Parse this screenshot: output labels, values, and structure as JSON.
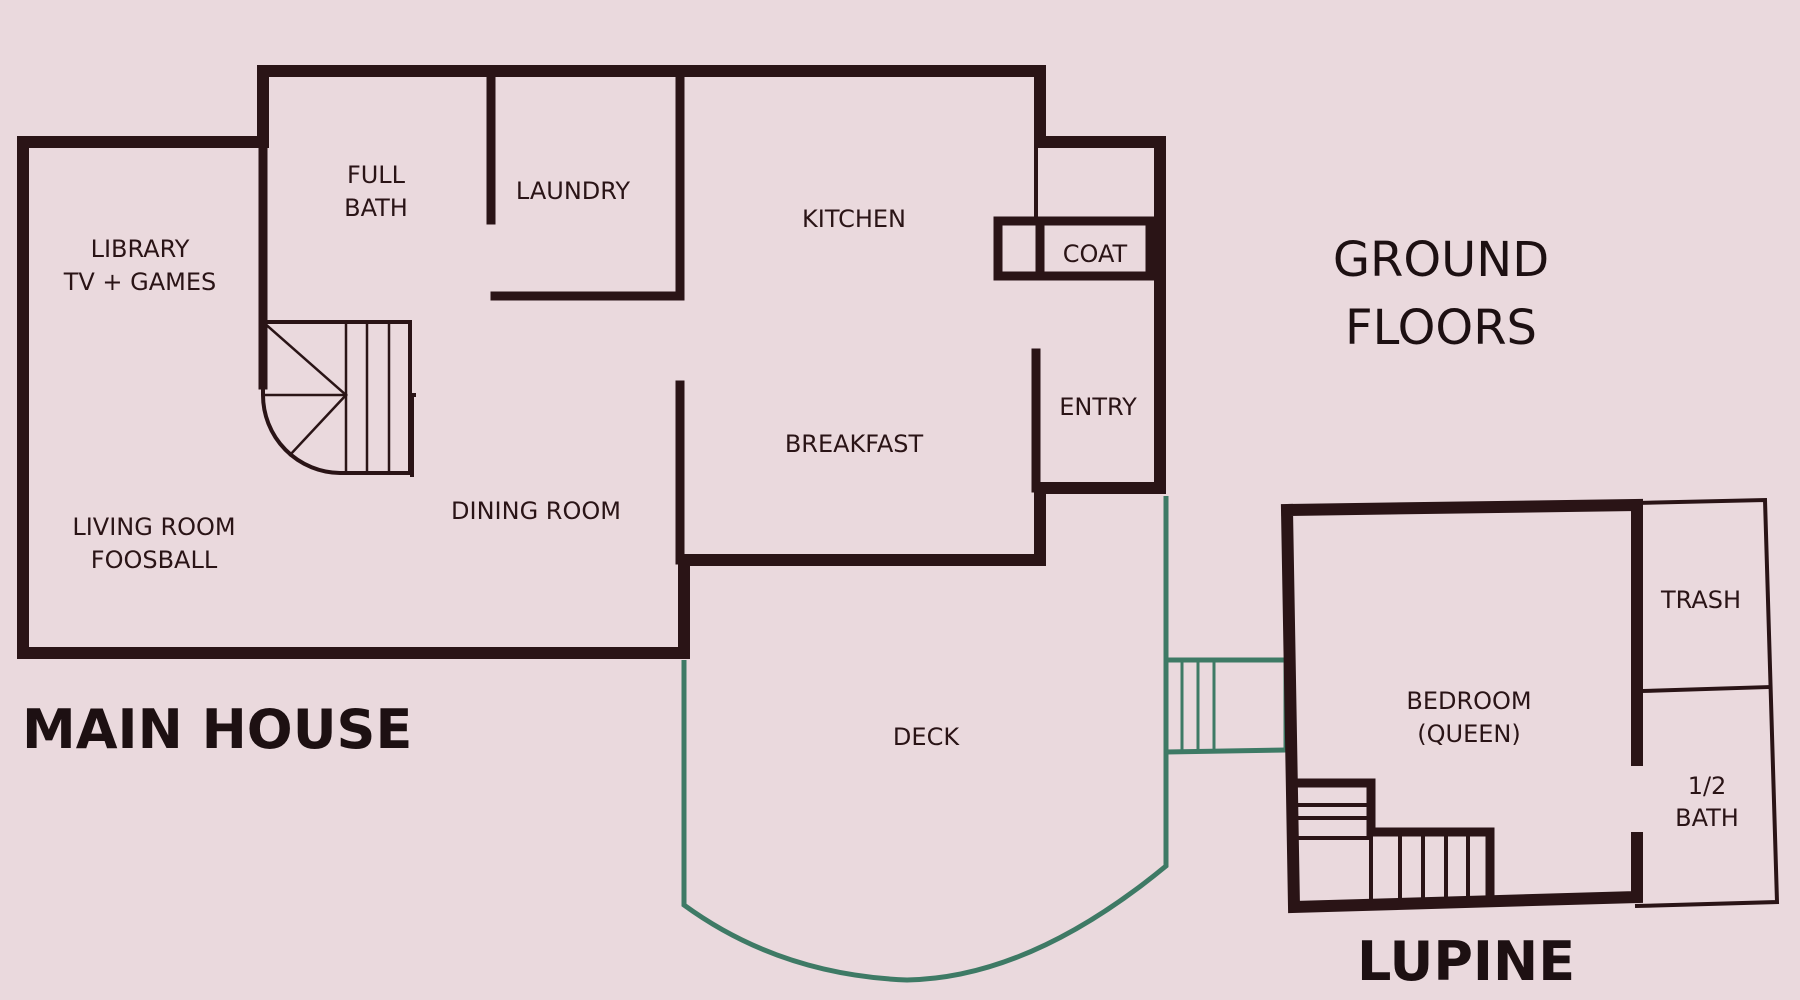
{
  "title": {
    "line1": "GROUND",
    "line2": "FLOORS"
  },
  "buildings": {
    "main_house": "MAIN HOUSE",
    "lupine": "LUPINE"
  },
  "rooms": {
    "full_bath": [
      "FULL",
      "BATH"
    ],
    "laundry": "LAUNDRY",
    "kitchen": "KITCHEN",
    "coat": "COAT",
    "library": [
      "LIBRARY",
      "TV + GAMES"
    ],
    "entry": "ENTRY",
    "breakfast": "BREAKFAST",
    "dining_room": "DINING ROOM",
    "living_room": [
      "LIVING ROOM",
      "FOOSBALL"
    ],
    "deck": "DECK",
    "trash": "TRASH",
    "bedroom": [
      "BEDROOM",
      "(QUEEN)"
    ],
    "half_bath": [
      "1/2",
      "BATH"
    ]
  },
  "colors": {
    "background": "#ead9dd",
    "wall": "#2a1416",
    "deck": "#3e7a65"
  }
}
